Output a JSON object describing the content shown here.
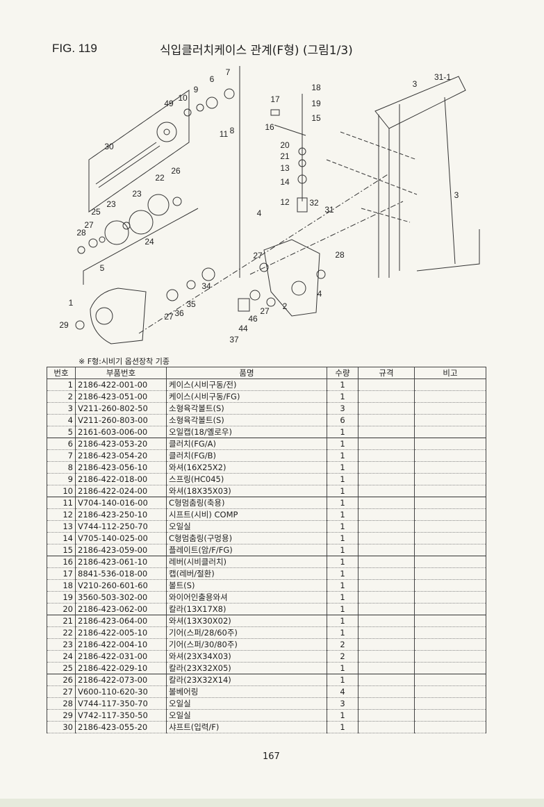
{
  "header": {
    "fig": "FIG. 119",
    "title": "식입클러치케이스 관계(F형) (그림1/3)"
  },
  "diagram": {
    "callouts": [
      "7",
      "6",
      "9",
      "10",
      "49",
      "30",
      "11",
      "8",
      "17",
      "18",
      "19",
      "15",
      "16",
      "20",
      "21",
      "13",
      "14",
      "12",
      "32",
      "31",
      "4",
      "22",
      "26",
      "23",
      "23",
      "25",
      "27",
      "28",
      "24",
      "5",
      "1",
      "29",
      "27",
      "28",
      "34",
      "35",
      "36",
      "27",
      "2",
      "4",
      "46",
      "27",
      "44",
      "37",
      "3",
      "31-1",
      "3"
    ]
  },
  "note": "※ F형:시비기 옵션장착 기종",
  "table": {
    "headers": [
      "번호",
      "부품번호",
      "품명",
      "수량",
      "규격",
      "비고"
    ],
    "rows": [
      [
        "1",
        "2186-422-001-00",
        "케이스(시비구동/전)",
        "1"
      ],
      [
        "2",
        "2186-423-051-00",
        "케이스(시비구동/FG)",
        "1"
      ],
      [
        "3",
        "V211-260-802-50",
        "소형육각볼트(S)",
        "3"
      ],
      [
        "4",
        "V211-260-803-00",
        "소형육각볼트(S)",
        "6"
      ],
      [
        "5",
        "2161-603-006-00",
        "오일캡(18/옐로우)",
        "1"
      ],
      [
        "6",
        "2186-423-053-20",
        "클러치(FG/A)",
        "1"
      ],
      [
        "7",
        "2186-423-054-20",
        "클러치(FG/B)",
        "1"
      ],
      [
        "8",
        "2186-423-056-10",
        "와셔(16X25X2)",
        "1"
      ],
      [
        "9",
        "2186-422-018-00",
        "스프링(HC045)",
        "1"
      ],
      [
        "10",
        "2186-422-024-00",
        "와셔(18X35X03)",
        "1"
      ],
      [
        "11",
        "V704-140-016-00",
        "C형멈춤링(축용)",
        "1"
      ],
      [
        "12",
        "2186-423-250-10",
        "시프트(시비) COMP",
        "1"
      ],
      [
        "13",
        "V744-112-250-70",
        "오일실",
        "1"
      ],
      [
        "14",
        "V705-140-025-00",
        "C형멈춤링(구멍용)",
        "1"
      ],
      [
        "15",
        "2186-423-059-00",
        "플레이트(암/F/FG)",
        "1"
      ],
      [
        "16",
        "2186-423-061-10",
        "레버(시비클러치)",
        "1"
      ],
      [
        "17",
        "8841-536-018-00",
        "캡(레버/절환)",
        "1"
      ],
      [
        "18",
        "V210-260-601-60",
        "볼트(S)",
        "1"
      ],
      [
        "19",
        "3560-503-302-00",
        "와이어인출용와셔",
        "1"
      ],
      [
        "20",
        "2186-423-062-00",
        "칼라(13X17X8)",
        "1"
      ],
      [
        "21",
        "2186-423-064-00",
        "와셔(13X30X02)",
        "1"
      ],
      [
        "22",
        "2186-422-005-10",
        "기어(스퍼/28/60주)",
        "1"
      ],
      [
        "23",
        "2186-422-004-10",
        "기어(스퍼/30/80주)",
        "2"
      ],
      [
        "24",
        "2186-422-031-00",
        "와셔(23X34X03)",
        "2"
      ],
      [
        "25",
        "2186-422-029-10",
        "칼라(23X32X05)",
        "1"
      ],
      [
        "26",
        "2186-422-073-00",
        "칼라(23X32X14)",
        "1"
      ],
      [
        "27",
        "V600-110-620-30",
        "볼베어링",
        "4"
      ],
      [
        "28",
        "V744-117-350-70",
        "오일실",
        "3"
      ],
      [
        "29",
        "V742-117-350-50",
        "오일실",
        "1"
      ],
      [
        "30",
        "2186-423-055-20",
        "샤프트(입력/F)",
        "1"
      ]
    ]
  },
  "footer": {
    "page": "167"
  }
}
